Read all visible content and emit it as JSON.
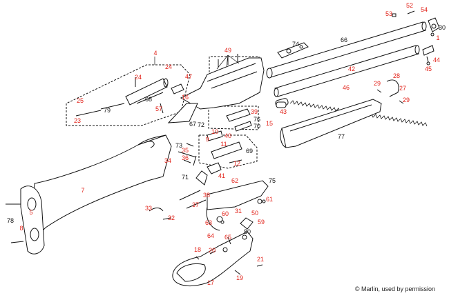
{
  "diagram": {
    "labels": [
      {
        "id": "l1",
        "text": "1",
        "color": "red"
      },
      {
        "id": "l4",
        "text": "4",
        "color": "red"
      },
      {
        "id": "l5",
        "text": "5",
        "color": "red"
      },
      {
        "id": "l7",
        "text": "7",
        "color": "red"
      },
      {
        "id": "l8",
        "text": "8",
        "color": "red"
      },
      {
        "id": "l9",
        "text": "9",
        "color": "red"
      },
      {
        "id": "l10",
        "text": "10",
        "color": "red"
      },
      {
        "id": "l11",
        "text": "11",
        "color": "red"
      },
      {
        "id": "l12",
        "text": "12",
        "color": "red"
      },
      {
        "id": "l15",
        "text": "15",
        "color": "red"
      },
      {
        "id": "l16",
        "text": "16",
        "color": "red"
      },
      {
        "id": "l17",
        "text": "17",
        "color": "red"
      },
      {
        "id": "l18",
        "text": "18",
        "color": "red"
      },
      {
        "id": "l19",
        "text": "19",
        "color": "red"
      },
      {
        "id": "l20",
        "text": "20",
        "color": "red"
      },
      {
        "id": "l21",
        "text": "21",
        "color": "red"
      },
      {
        "id": "l23",
        "text": "23",
        "color": "red"
      },
      {
        "id": "l24a",
        "text": "24",
        "color": "red"
      },
      {
        "id": "l24b",
        "text": "24",
        "color": "red"
      },
      {
        "id": "l25",
        "text": "25",
        "color": "red"
      },
      {
        "id": "l27",
        "text": "27",
        "color": "red"
      },
      {
        "id": "l28",
        "text": "28",
        "color": "red"
      },
      {
        "id": "l29a",
        "text": "29",
        "color": "red"
      },
      {
        "id": "l29b",
        "text": "29",
        "color": "red"
      },
      {
        "id": "l30",
        "text": "30",
        "color": "black"
      },
      {
        "id": "l31",
        "text": "31",
        "color": "red"
      },
      {
        "id": "l32",
        "text": "32",
        "color": "red"
      },
      {
        "id": "l33",
        "text": "33",
        "color": "red"
      },
      {
        "id": "l34",
        "text": "34",
        "color": "red"
      },
      {
        "id": "l35",
        "text": "35",
        "color": "red"
      },
      {
        "id": "l36",
        "text": "36",
        "color": "red"
      },
      {
        "id": "l37",
        "text": "37",
        "color": "red"
      },
      {
        "id": "l38",
        "text": "38",
        "color": "red"
      },
      {
        "id": "l39",
        "text": "39",
        "color": "red"
      },
      {
        "id": "l40",
        "text": "40",
        "color": "red"
      },
      {
        "id": "l41",
        "text": "41",
        "color": "red"
      },
      {
        "id": "l42",
        "text": "42",
        "color": "red"
      },
      {
        "id": "l43",
        "text": "43",
        "color": "red"
      },
      {
        "id": "l44",
        "text": "44",
        "color": "red"
      },
      {
        "id": "l45",
        "text": "45",
        "color": "red"
      },
      {
        "id": "l46",
        "text": "46",
        "color": "red"
      },
      {
        "id": "l47",
        "text": "47",
        "color": "red"
      },
      {
        "id": "l49",
        "text": "49",
        "color": "red"
      },
      {
        "id": "l50",
        "text": "50",
        "color": "red"
      },
      {
        "id": "l52",
        "text": "52",
        "color": "red"
      },
      {
        "id": "l53",
        "text": "53",
        "color": "red"
      },
      {
        "id": "l54",
        "text": "54",
        "color": "red"
      },
      {
        "id": "l57",
        "text": "57",
        "color": "red"
      },
      {
        "id": "l59",
        "text": "59",
        "color": "red"
      },
      {
        "id": "l60",
        "text": "60",
        "color": "red"
      },
      {
        "id": "l61",
        "text": "61",
        "color": "red"
      },
      {
        "id": "l62",
        "text": "62",
        "color": "red"
      },
      {
        "id": "l63",
        "text": "63",
        "color": "red"
      },
      {
        "id": "l64",
        "text": "64",
        "color": "red"
      },
      {
        "id": "l65",
        "text": "65",
        "color": "red"
      },
      {
        "id": "l66",
        "text": "66",
        "color": "black"
      },
      {
        "id": "l67",
        "text": "67",
        "color": "black"
      },
      {
        "id": "l68",
        "text": "68",
        "color": "black"
      },
      {
        "id": "l69",
        "text": "69",
        "color": "black"
      },
      {
        "id": "l70",
        "text": "70",
        "color": "black"
      },
      {
        "id": "l71",
        "text": "71",
        "color": "black"
      },
      {
        "id": "l72",
        "text": "72",
        "color": "black"
      },
      {
        "id": "l73",
        "text": "73",
        "color": "black"
      },
      {
        "id": "l74",
        "text": "74",
        "color": "black"
      },
      {
        "id": "l75",
        "text": "75",
        "color": "black"
      },
      {
        "id": "l76",
        "text": "76",
        "color": "black"
      },
      {
        "id": "l77",
        "text": "77",
        "color": "black"
      },
      {
        "id": "l78",
        "text": "78",
        "color": "black"
      },
      {
        "id": "l79",
        "text": "79",
        "color": "black"
      },
      {
        "id": "l80",
        "text": "80",
        "color": "black"
      }
    ],
    "copyright": "© Marlin, used by permission"
  }
}
